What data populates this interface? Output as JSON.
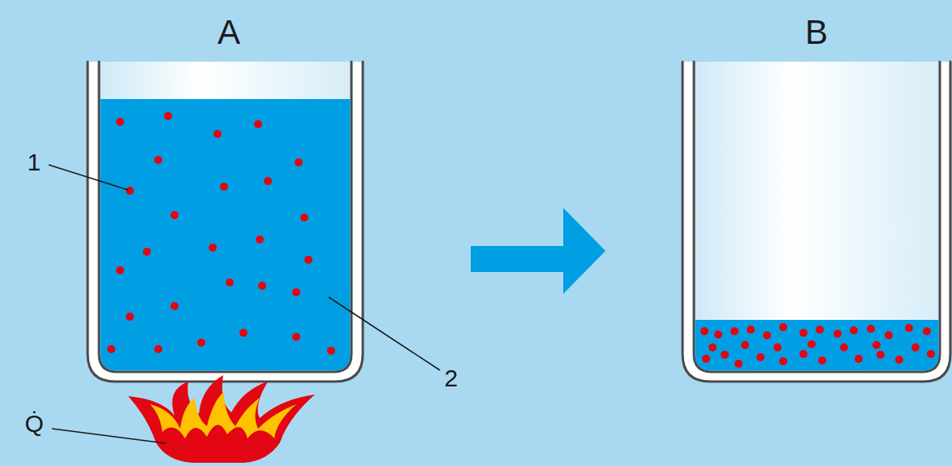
{
  "diagram": {
    "labels": [
      "A",
      "B",
      "1",
      "2",
      "Q̇"
    ]
  }
}
